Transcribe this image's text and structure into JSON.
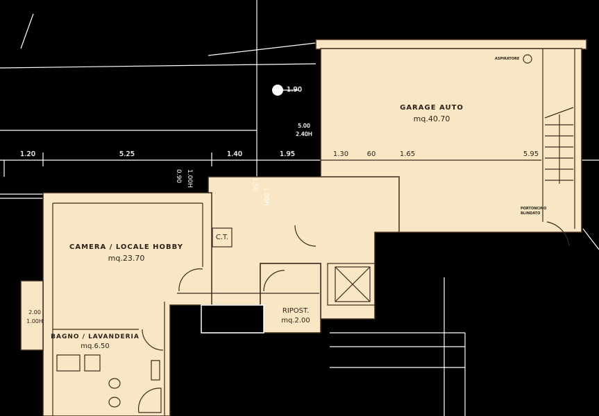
{
  "rooms": {
    "garage": {
      "name": "GARAGE AUTO",
      "area": "mq.40.70"
    },
    "camera": {
      "name": "CAMERA / LOCALE HOBBY",
      "area": "mq.23.70"
    },
    "bagno": {
      "name": "BAGNO / LAVANDERIA",
      "area": "mq.6.50"
    },
    "ripost": {
      "name": "RIPOST.",
      "area": "mq.2.00"
    },
    "ct": {
      "name": "C.T."
    }
  },
  "annotations": {
    "aspiratore": "ASPIRATORE",
    "portoncino_line1": "PORTONCINO",
    "portoncino_line2": "BLINDATO"
  },
  "dimensions": {
    "top_row": [
      "1.20",
      "5.25",
      "1.40",
      "1.95"
    ],
    "garage_row": [
      "1.30",
      "60",
      "1.65",
      "5.95"
    ],
    "marker": "1.90",
    "window_top": {
      "width": "5.00",
      "height": "2.40H"
    },
    "window_camera": {
      "width": "0.90",
      "height": "1.00H"
    },
    "window_hall": {
      "width": "1.50",
      "height": "1.00H"
    },
    "window_left": {
      "width": "2.00",
      "height": "1.00H"
    }
  },
  "colors": {
    "floor": "#f8e6c4",
    "background": "#000000",
    "wall": "#3a2a1a"
  }
}
